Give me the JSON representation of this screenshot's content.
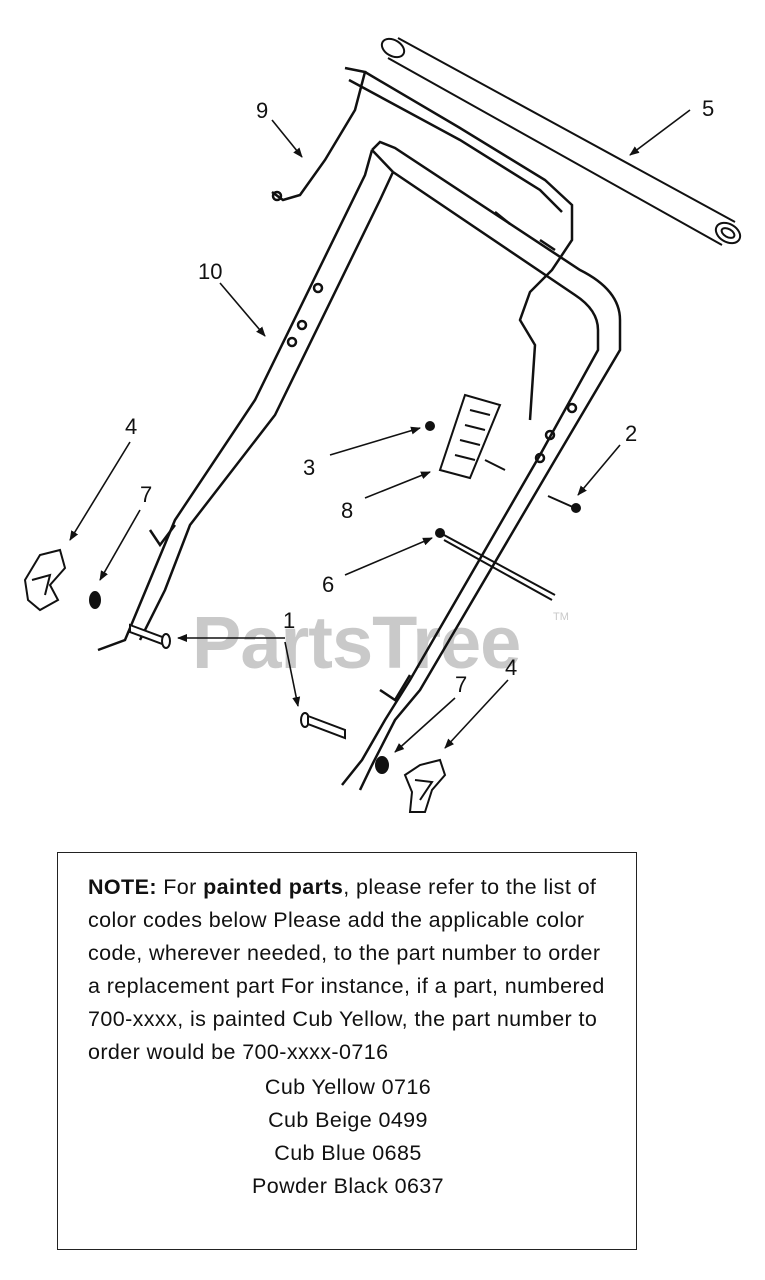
{
  "callouts": {
    "c1": "1",
    "c2": "2",
    "c3": "3",
    "c4a": "4",
    "c4b": "4",
    "c5": "5",
    "c6": "6",
    "c7a": "7",
    "c7b": "7",
    "c8": "8",
    "c9": "9",
    "c10": "10"
  },
  "watermark": {
    "text": "PartsTree",
    "tm": "TM"
  },
  "note": {
    "label": "NOTE:",
    "t1": " For ",
    "bold": "painted parts",
    "t2": ", please refer to the list of color codes below  Please add the applicable color code, wherever needed, to the part number to order a replacement part  For instance, if a part, numbered 700-xxxx, is painted Cub Yellow,  the part number to order would be 700-xxxx-0716",
    "colors": [
      "Cub Yellow  0716",
      "Cub Beige  0499",
      "Cub Blue  0685",
      "Powder Black  0637"
    ]
  }
}
